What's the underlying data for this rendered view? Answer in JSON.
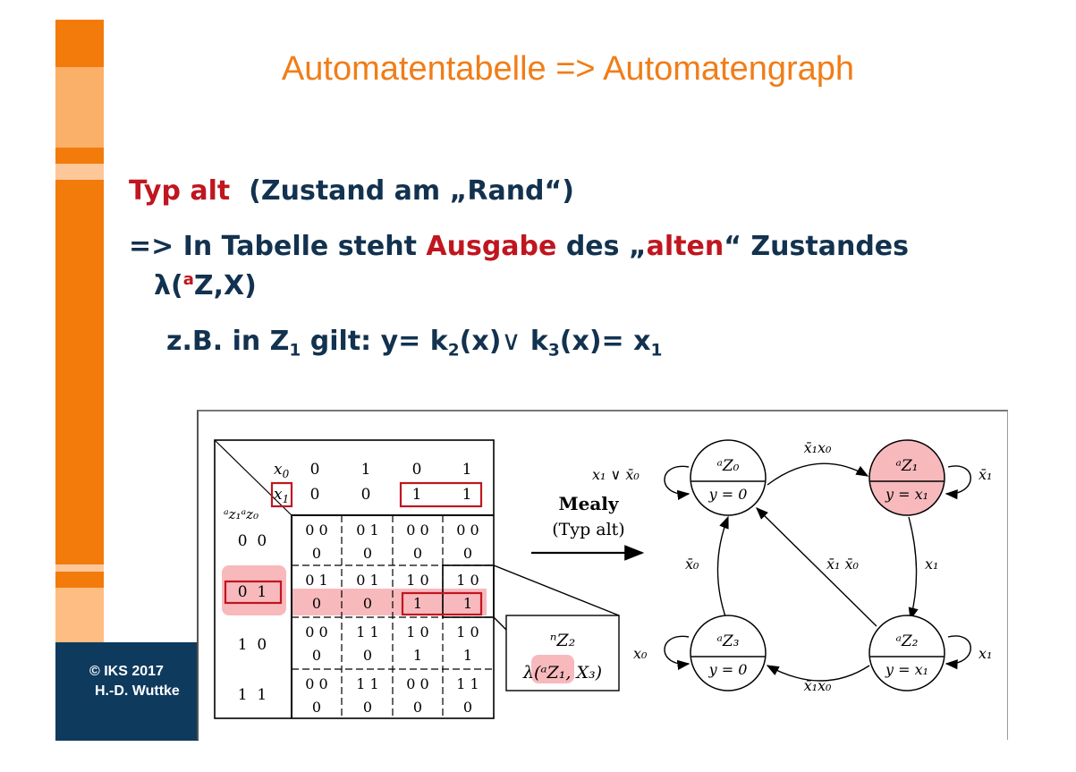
{
  "title": "Automatentabelle => Automatengraph",
  "line1": {
    "red": "Typ alt",
    "rest": "(Zustand am „Rand“)"
  },
  "line2": {
    "p1": "=> In Tabelle steht ",
    "red1": "Ausgabe",
    "p2": " des „",
    "red2": "alten",
    "p3": "“ Zustandes"
  },
  "line3": {
    "lambda": "λ(",
    "sup": "a",
    "rest": "Z,X)"
  },
  "line4": {
    "p1": "z.B. in Z",
    "s1": "1",
    "p2": " gilt: y= k",
    "s2": "2",
    "p3": "(x)",
    "or": "∨",
    "p4": " k",
    "s3": "3",
    "p5": "(x)= x",
    "s4": "1"
  },
  "footer": {
    "line1": "© IKS 2017",
    "line2": "H.-D. Wuttke"
  },
  "colors": {
    "orange": "#f07d18",
    "navy": "#12324f",
    "red": "#c0161f",
    "highlight": "#f8b9bd",
    "footer": "#0e3a5e"
  },
  "figure": {
    "table": {
      "x0_label": "x",
      "x0_sub": "0",
      "x1_label": "x",
      "x1_sub": "1",
      "state_label": "ᵃz₁ᵃz₀",
      "x0_values": [
        "0",
        "1",
        "0",
        "1"
      ],
      "x1_values": [
        "0",
        "0",
        "1",
        "1"
      ],
      "rows": [
        {
          "state": "0  0",
          "cells": [
            [
              "0 0",
              "0"
            ],
            [
              "0 1",
              "0"
            ],
            [
              "0 0",
              "0"
            ],
            [
              "0 0",
              "0"
            ]
          ]
        },
        {
          "state": "0  1",
          "cells": [
            [
              "0 1",
              "0"
            ],
            [
              "0 1",
              "0"
            ],
            [
              "1 0",
              "1"
            ],
            [
              "1 0",
              "1"
            ]
          ]
        },
        {
          "state": "1  0",
          "cells": [
            [
              "0 0",
              "0"
            ],
            [
              "1 1",
              "0"
            ],
            [
              "1 0",
              "1"
            ],
            [
              "1 0",
              "1"
            ]
          ]
        },
        {
          "state": "1  1",
          "cells": [
            [
              "0 0",
              "0"
            ],
            [
              "1 1",
              "0"
            ],
            [
              "0 0",
              "0"
            ],
            [
              "1 1",
              "0"
            ]
          ]
        }
      ]
    },
    "zoom": {
      "top": "ⁿZ₂",
      "bottom": "λ(ᵃZ₁, X₃)"
    },
    "arrow": {
      "title": "Mealy",
      "subtitle": "(Typ alt)"
    },
    "graph": {
      "states": [
        {
          "name": "ᵃZ₀",
          "output": "y = 0"
        },
        {
          "name": "ᵃZ₁",
          "output": "y = x₁"
        },
        {
          "name": "ᵃZ₃",
          "output": "y = 0"
        },
        {
          "name": "ᵃZ₂",
          "output": "y = x₁"
        }
      ],
      "edges": {
        "z0_self": "x₁ ∨ x̄₀",
        "z0_z1": "x̄₁x₀",
        "z1_self": "x̄₁",
        "z1_z2": "x₁",
        "z2_z0": "x̄₁ x̄₀",
        "z2_self": "x₁",
        "z2_z3": "x̄₁x₀",
        "z3_self": "x₀",
        "z3_z0": "x̄₀"
      }
    }
  }
}
